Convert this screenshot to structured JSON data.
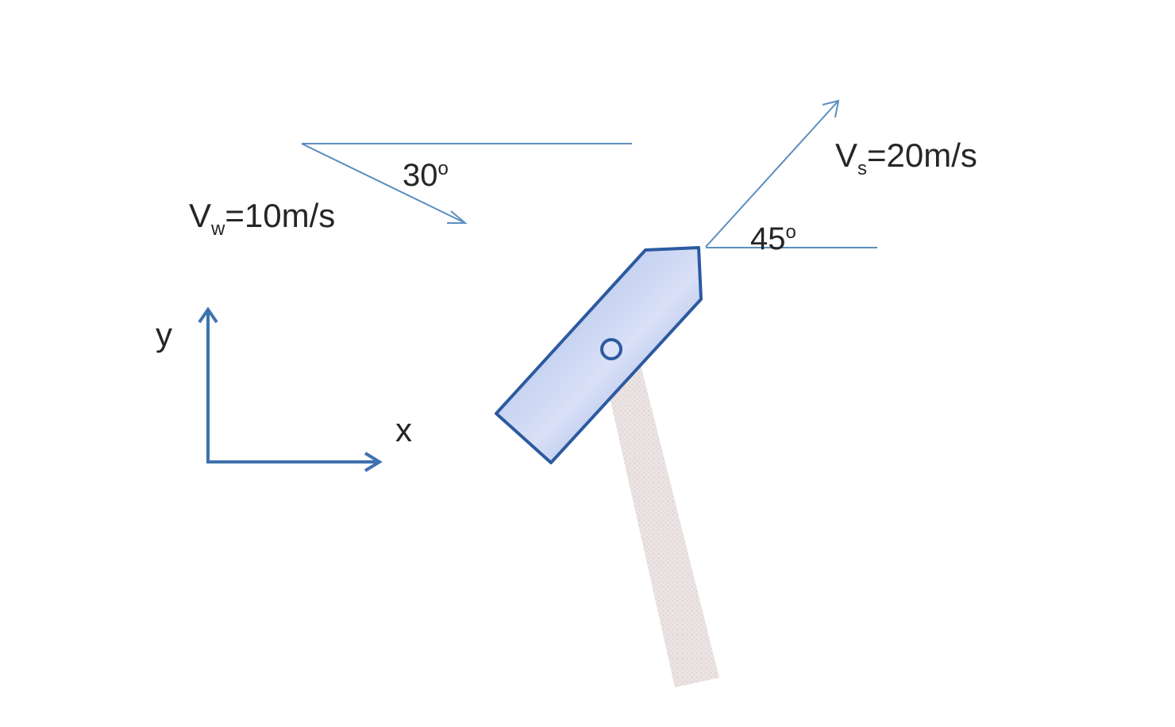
{
  "labels": {
    "wind_angle": "30",
    "wind_angle_degree": "o",
    "wind_velocity_main": "V",
    "wind_velocity_sub": "w",
    "wind_velocity_rest": "=10m/s",
    "ship_angle": "45",
    "ship_angle_degree": "o",
    "ship_velocity_main": "V",
    "ship_velocity_sub": "s",
    "ship_velocity_rest": "=20m/s",
    "axis_x": "x",
    "axis_y": "y"
  },
  "colors": {
    "reference_line": "#5b8fbf",
    "axis_arrow": "#3f72af",
    "boat_fill_light": "#e8ecfa",
    "boat_fill_dark": "#8aa4de",
    "boat_outline": "#2c5aa0",
    "wake": "#e6dcdc",
    "text": "#262626"
  }
}
